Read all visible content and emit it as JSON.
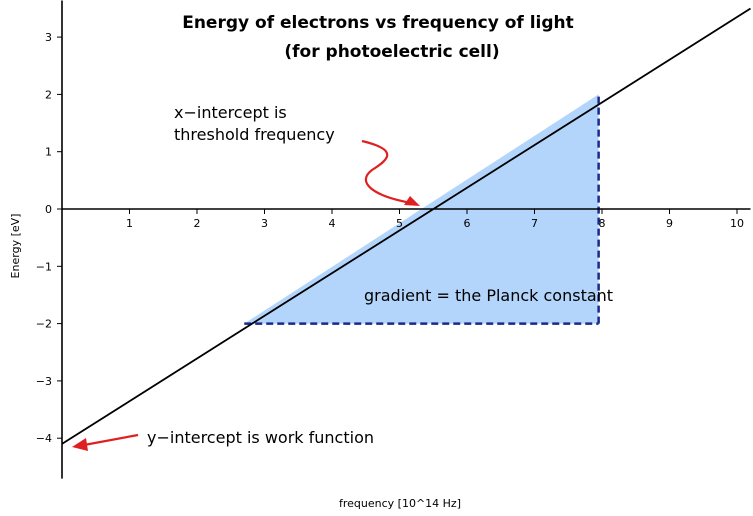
{
  "chart_data": {
    "type": "line",
    "title": "Energy of electrons vs frequency of light",
    "subtitle": "(for photoelectric cell)",
    "xlabel": "frequency [10^14 Hz]",
    "ylabel": "Energy [eV]",
    "xlim": [
      0,
      10.2
    ],
    "ylim": [
      -4.6,
      3.5
    ],
    "x_ticks": [
      1,
      2,
      3,
      4,
      5,
      6,
      7,
      8,
      9,
      10
    ],
    "y_ticks": [
      3,
      2,
      1,
      0,
      -1,
      -2,
      -3,
      -4
    ],
    "grid": false,
    "series": [
      {
        "x": [
          0,
          10.2
        ],
        "y": [
          -4.1,
          3.5
        ]
      }
    ],
    "gradient_triangle": {
      "vertices": [
        [
          2.7,
          -2.0
        ],
        [
          7.95,
          -2.0
        ],
        [
          7.95,
          2.0
        ]
      ],
      "fill": "#b3d5fb",
      "stroke": "#1b2a8a"
    },
    "annotations": {
      "x_intercept_line1": "x−intercept is",
      "x_intercept_line2": "threshold frequency",
      "gradient": "gradient = the Planck constant",
      "y_intercept": "y−intercept is work function"
    },
    "colors": {
      "line": "#000000",
      "arrow": "#e02020",
      "triangle_fill": "#b3d5fb",
      "triangle_stroke": "#1b2a8a"
    }
  }
}
